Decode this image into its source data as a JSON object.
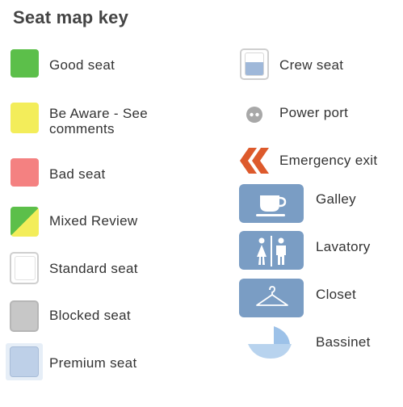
{
  "title": "Seat map key",
  "left_items": [
    {
      "label": "Good seat",
      "color": "#5cbf4a"
    },
    {
      "label": "Be Aware - See comments",
      "color": "#f3ed5a"
    },
    {
      "label": "Bad seat",
      "color": "#f48181"
    },
    {
      "label": "Mixed Review",
      "colors": [
        "#5cbf4a",
        "#f3ed5a"
      ]
    },
    {
      "label": "Standard seat",
      "color": "#ffffff"
    },
    {
      "label": "Blocked seat",
      "color": "#c7c7c7"
    },
    {
      "label": "Premium seat",
      "color": "#bed0e8"
    }
  ],
  "right_items": [
    {
      "label": "Crew seat",
      "icon": "crew-seat-icon"
    },
    {
      "label": "Power port",
      "icon": "power-port-icon"
    },
    {
      "label": "Emergency exit",
      "icon": "emergency-exit-icon",
      "color": "#dd5a2c"
    },
    {
      "label": "Galley",
      "icon": "coffee-cup-icon",
      "color": "#7a9dc4"
    },
    {
      "label": "Lavatory",
      "icon": "restroom-icon",
      "color": "#7a9dc4"
    },
    {
      "label": "Closet",
      "icon": "hanger-icon",
      "color": "#7a9dc4"
    },
    {
      "label": "Bassinet",
      "icon": "bassinet-icon",
      "color": "#b8d3ee"
    }
  ]
}
